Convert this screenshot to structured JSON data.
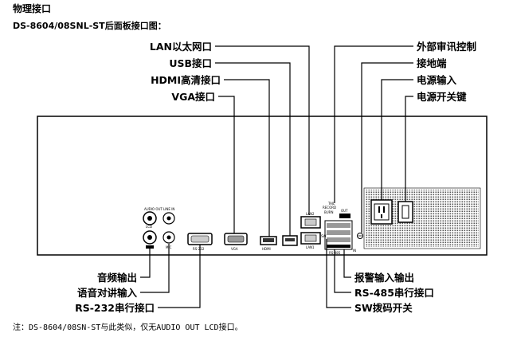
{
  "title": "物理接口",
  "subtitle": "DS-8604/08SNL-ST后面板接口图：",
  "note": "注：DS-8604/08SN-ST与此类似，仅无AUDIO OUT LCD接口。",
  "callouts": {
    "lan": "LAN以太网口",
    "usb": "USB接口",
    "hdmi": "HDMI高清接口",
    "vga": "VGA接口",
    "ext_control": "外部审讯控制",
    "ground": "接地端",
    "power_in": "电源输入",
    "power_switch": "电源开关键",
    "audio_out": "音频输出",
    "talkback_in": "语音对讲输入",
    "rs232": "RS-232串行接口",
    "alarm_io": "报警输入输出",
    "rs485": "RS-485串行接口",
    "sw": "SW拨码开关"
  },
  "panel_labels": {
    "audio_out": "AUDIO OUT",
    "line_in": "LINE IN",
    "lcd": "LCD",
    "mic": "MIC",
    "rs232": "RS-232",
    "vga": "VGA",
    "hdmi": "HDMI",
    "lan1": "LAN1",
    "lan2": "LAN2",
    "tail": "TAIL",
    "record": "RECORD",
    "burn": "BURN",
    "out": "OUT",
    "sw": "SW",
    "rs485": "RS-485",
    "in": "IN"
  }
}
